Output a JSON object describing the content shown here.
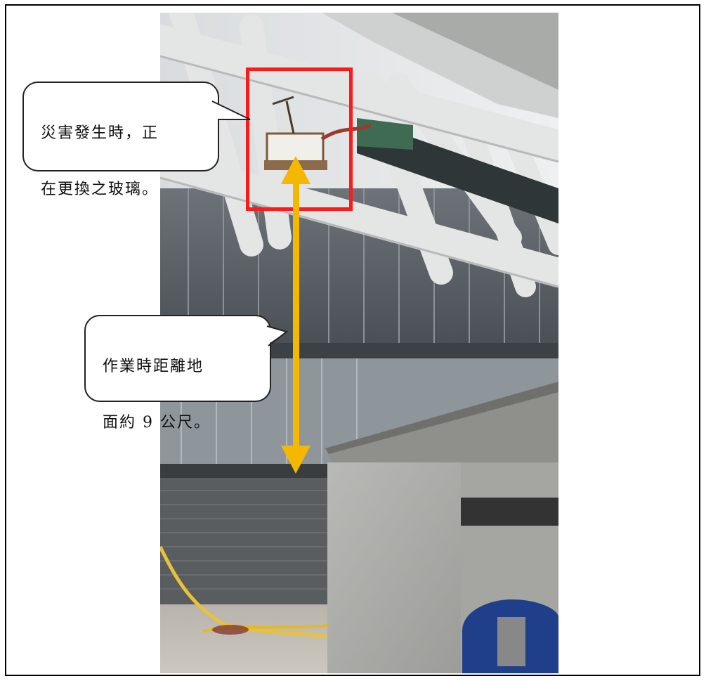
{
  "callouts": {
    "glass_line1": "災害發生時，正",
    "glass_line2": "在更換之玻璃。",
    "height_line1": "作業時距離地",
    "height_line2": "面約 9 公尺。"
  },
  "colors": {
    "highlight_box": "#ff1a1a",
    "measure_arrow": "#f5b800",
    "callout_border": "#222222",
    "frame_border": "#000000"
  }
}
